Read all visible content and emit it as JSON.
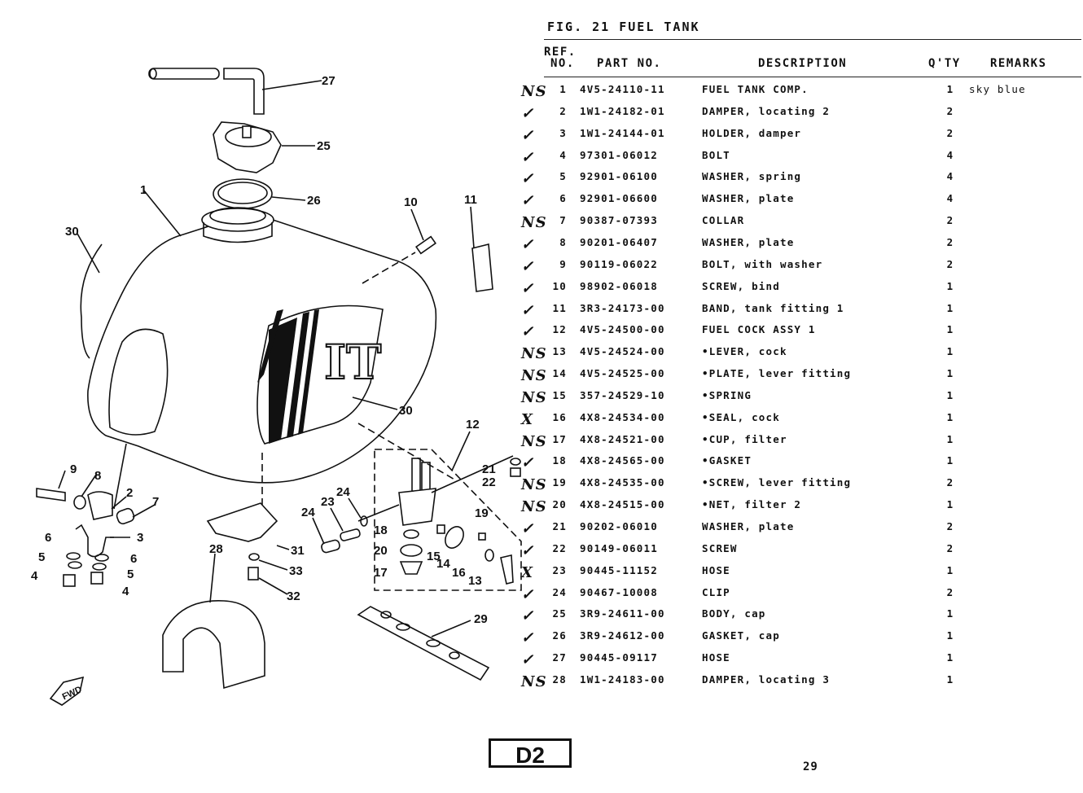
{
  "figure": {
    "title": "FIG. 21  FUEL TANK"
  },
  "table": {
    "headers": {
      "ref": "REF.",
      "ref2": "NO.",
      "part_no": "PART NO.",
      "description": "DESCRIPTION",
      "qty": "Q'TY",
      "remarks": "REMARKS"
    },
    "rows": [
      {
        "mark": "NS",
        "ref": "1",
        "part_no": "4V5-24110-11",
        "description": "FUEL TANK COMP.",
        "qty": "1",
        "remarks": "sky blue"
      },
      {
        "mark": "✓",
        "ref": "2",
        "part_no": "1W1-24182-01",
        "description": "DAMPER, locating 2",
        "qty": "2",
        "remarks": ""
      },
      {
        "mark": "✓",
        "ref": "3",
        "part_no": "1W1-24144-01",
        "description": "HOLDER, damper",
        "qty": "2",
        "remarks": ""
      },
      {
        "mark": "✓",
        "ref": "4",
        "part_no": "97301-06012",
        "description": "BOLT",
        "qty": "4",
        "remarks": ""
      },
      {
        "mark": "✓",
        "ref": "5",
        "part_no": "92901-06100",
        "description": "WASHER, spring",
        "qty": "4",
        "remarks": ""
      },
      {
        "mark": "✓",
        "ref": "6",
        "part_no": "92901-06600",
        "description": "WASHER, plate",
        "qty": "4",
        "remarks": ""
      },
      {
        "mark": "NS",
        "ref": "7",
        "part_no": "90387-07393",
        "description": "COLLAR",
        "qty": "2",
        "remarks": ""
      },
      {
        "mark": "✓",
        "ref": "8",
        "part_no": "90201-06407",
        "description": "WASHER, plate",
        "qty": "2",
        "remarks": ""
      },
      {
        "mark": "✓",
        "ref": "9",
        "part_no": "90119-06022",
        "description": "BOLT, with washer",
        "qty": "2",
        "remarks": ""
      },
      {
        "mark": "✓",
        "ref": "10",
        "part_no": "98902-06018",
        "description": "SCREW, bind",
        "qty": "1",
        "remarks": ""
      },
      {
        "mark": "✓",
        "ref": "11",
        "part_no": "3R3-24173-00",
        "description": "BAND, tank fitting 1",
        "qty": "1",
        "remarks": ""
      },
      {
        "mark": "✓",
        "ref": "12",
        "part_no": "4V5-24500-00",
        "description": "FUEL COCK ASSY 1",
        "qty": "1",
        "remarks": ""
      },
      {
        "mark": "NS",
        "ref": "13",
        "part_no": "4V5-24524-00",
        "description": "•LEVER, cock",
        "qty": "1",
        "remarks": ""
      },
      {
        "mark": "NS",
        "ref": "14",
        "part_no": "4V5-24525-00",
        "description": "•PLATE, lever fitting",
        "qty": "1",
        "remarks": ""
      },
      {
        "mark": "NS",
        "ref": "15",
        "part_no": "357-24529-10",
        "description": "•SPRING",
        "qty": "1",
        "remarks": ""
      },
      {
        "mark": "X",
        "ref": "16",
        "part_no": "4X8-24534-00",
        "description": "•SEAL, cock",
        "qty": "1",
        "remarks": ""
      },
      {
        "mark": "NS",
        "ref": "17",
        "part_no": "4X8-24521-00",
        "description": "•CUP, filter",
        "qty": "1",
        "remarks": ""
      },
      {
        "mark": "✓",
        "ref": "18",
        "part_no": "4X8-24565-00",
        "description": "•GASKET",
        "qty": "1",
        "remarks": ""
      },
      {
        "mark": "NS",
        "ref": "19",
        "part_no": "4X8-24535-00",
        "description": "•SCREW, lever fitting",
        "qty": "2",
        "remarks": ""
      },
      {
        "mark": "NS",
        "ref": "20",
        "part_no": "4X8-24515-00",
        "description": "•NET, filter 2",
        "qty": "1",
        "remarks": ""
      },
      {
        "mark": "✓",
        "ref": "21",
        "part_no": "90202-06010",
        "description": "WASHER, plate",
        "qty": "2",
        "remarks": ""
      },
      {
        "mark": "✓",
        "ref": "22",
        "part_no": "90149-06011",
        "description": "SCREW",
        "qty": "2",
        "remarks": ""
      },
      {
        "mark": "X",
        "ref": "23",
        "part_no": "90445-11152",
        "description": "HOSE",
        "qty": "1",
        "remarks": ""
      },
      {
        "mark": "✓",
        "ref": "24",
        "part_no": "90467-10008",
        "description": "CLIP",
        "qty": "2",
        "remarks": ""
      },
      {
        "mark": "✓",
        "ref": "25",
        "part_no": "3R9-24611-00",
        "description": "BODY, cap",
        "qty": "1",
        "remarks": ""
      },
      {
        "mark": "✓",
        "ref": "26",
        "part_no": "3R9-24612-00",
        "description": "GASKET, cap",
        "qty": "1",
        "remarks": ""
      },
      {
        "mark": "✓",
        "ref": "27",
        "part_no": "90445-09117",
        "description": "HOSE",
        "qty": "1",
        "remarks": ""
      },
      {
        "mark": "NS",
        "ref": "28",
        "part_no": "1W1-24183-00",
        "description": "DAMPER, locating 3",
        "qty": "1",
        "remarks": ""
      }
    ]
  },
  "diagram": {
    "callouts": [
      "27",
      "25",
      "26",
      "1",
      "10",
      "11",
      "30",
      "30",
      "12",
      "21",
      "22",
      "9",
      "8",
      "2",
      "7",
      "6",
      "3",
      "5",
      "6",
      "4",
      "5",
      "4",
      "24",
      "23",
      "24",
      "18",
      "20",
      "17",
      "15",
      "14",
      "19",
      "16",
      "13",
      "28",
      "31",
      "33",
      "32",
      "29"
    ],
    "fwd_label": "FWD",
    "decal_label": "IT"
  },
  "footer": {
    "section": "D2",
    "page": "29"
  }
}
